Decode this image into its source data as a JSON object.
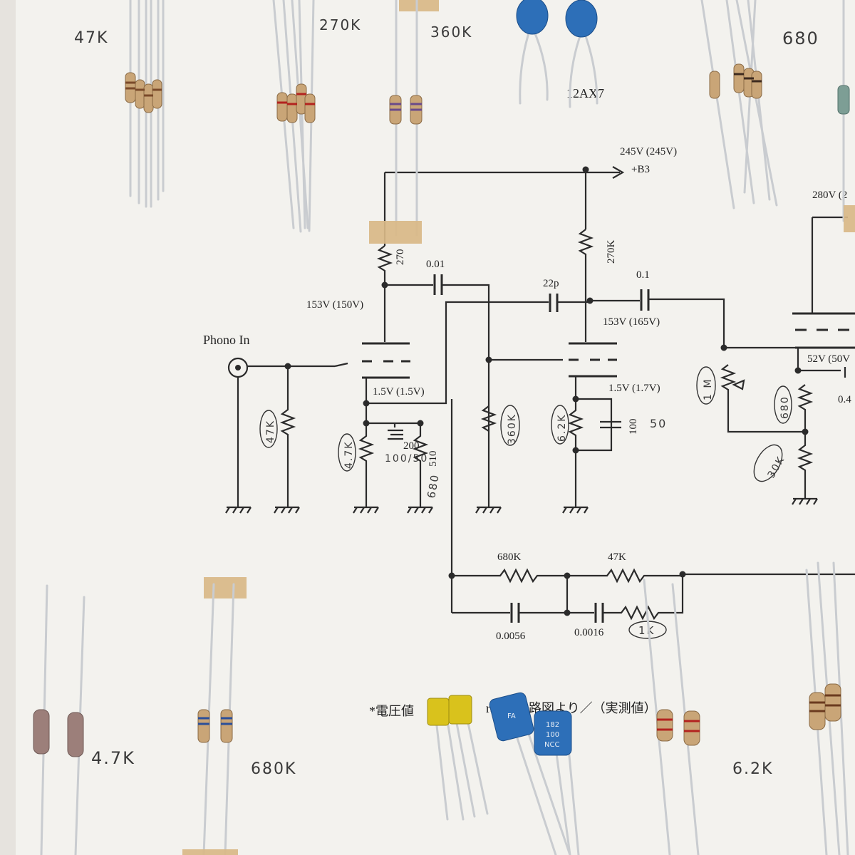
{
  "handwritten_labels": {
    "r47k": "47K",
    "r270k": "270K",
    "r360k": "360K",
    "r680": "680",
    "r4k7": "4.7K",
    "r680k": "680K",
    "r6k2": "6.2K"
  },
  "schematic": {
    "tube": "12AX7",
    "supply_b3": "+B3",
    "supply_b3_voltage": "245V (245V)",
    "supply_right_voltage": "280V (2",
    "input_label": "Phono In",
    "stage1": {
      "plate_resistor": "270",
      "plate_voltage": "153V (150V)",
      "coupling_cap": "0.01",
      "grid_resistor": "47K",
      "cathode_voltage": "1.5V (1.5V)",
      "cathode_resistor": "4.7K",
      "cathode_cap": "200",
      "cathode_cap_note": "100/50",
      "cathode_resistor_2": "510",
      "cathode_resistor_2_note": "680",
      "grid_resistor_2": "360K"
    },
    "stage2": {
      "plate_resistor": "270K",
      "plate_voltage": "153V (165V)",
      "feedback_cap": "22p",
      "coupling_cap": "0.1",
      "cathode_voltage": "1.5V (1.7V)",
      "cathode_resistor": "6.2K",
      "cathode_cap": "100",
      "cathode_cap_note": "50"
    },
    "stage3": {
      "volume_pot": "1 M",
      "cathode_voltage": "52V (50V",
      "cathode_resistor": "680",
      "cathode_resistor_2": "30K",
      "cap_partial": "0.4"
    },
    "riaa": {
      "r1": "680K",
      "r2": "47K",
      "c1": "0.0056",
      "c2": "0.0016",
      "r3": "1K"
    },
    "footnote": "*電圧値",
    "footnote_partial": "rant",
    "footnote_rest": "路図より／（実測値）"
  },
  "components": {
    "film_cap_marking_1": "FA",
    "film_cap_marking_2": "182",
    "film_cap_marking_3": "100",
    "film_cap_marking_4": "NCC"
  }
}
